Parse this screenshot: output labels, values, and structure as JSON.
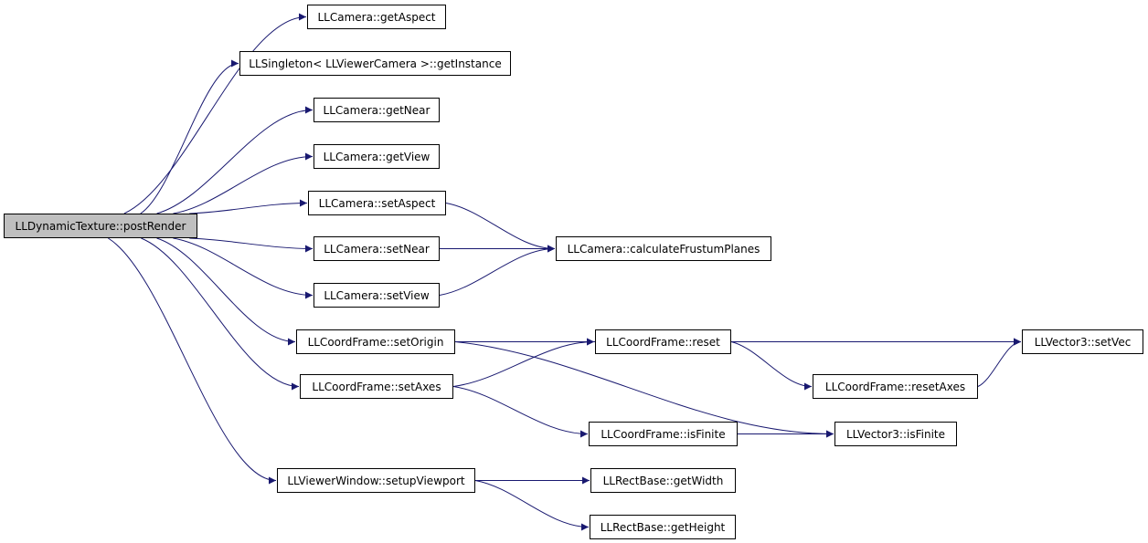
{
  "diagram": {
    "edge_color": "#191970",
    "root_fill": "#bfbfbf",
    "nodes": [
      {
        "id": "postRender",
        "label": "LLDynamicTexture::postRender",
        "root": true
      },
      {
        "id": "getAspect",
        "label": "LLCamera::getAspect"
      },
      {
        "id": "getInstance",
        "label": "LLSingleton< LLViewerCamera >::getInstance"
      },
      {
        "id": "getNear",
        "label": "LLCamera::getNear"
      },
      {
        "id": "getView",
        "label": "LLCamera::getView"
      },
      {
        "id": "setAspect",
        "label": "LLCamera::setAspect"
      },
      {
        "id": "setNear",
        "label": "LLCamera::setNear"
      },
      {
        "id": "setView",
        "label": "LLCamera::setView"
      },
      {
        "id": "calcFrustum",
        "label": "LLCamera::calculateFrustumPlanes"
      },
      {
        "id": "setOrigin",
        "label": "LLCoordFrame::setOrigin"
      },
      {
        "id": "setAxes",
        "label": "LLCoordFrame::setAxes"
      },
      {
        "id": "cfReset",
        "label": "LLCoordFrame::reset"
      },
      {
        "id": "cfResetAxes",
        "label": "LLCoordFrame::resetAxes"
      },
      {
        "id": "cfIsFinite",
        "label": "LLCoordFrame::isFinite"
      },
      {
        "id": "setVec",
        "label": "LLVector3::setVec"
      },
      {
        "id": "v3IsFinite",
        "label": "LLVector3::isFinite"
      },
      {
        "id": "setupViewport",
        "label": "LLViewerWindow::setupViewport"
      },
      {
        "id": "getWidth",
        "label": "LLRectBase::getWidth"
      },
      {
        "id": "getHeight",
        "label": "LLRectBase::getHeight"
      }
    ],
    "edges": [
      {
        "from": "postRender",
        "to": "getAspect"
      },
      {
        "from": "postRender",
        "to": "getInstance"
      },
      {
        "from": "postRender",
        "to": "getNear"
      },
      {
        "from": "postRender",
        "to": "getView"
      },
      {
        "from": "postRender",
        "to": "setAspect"
      },
      {
        "from": "postRender",
        "to": "setNear"
      },
      {
        "from": "postRender",
        "to": "setView"
      },
      {
        "from": "postRender",
        "to": "setOrigin"
      },
      {
        "from": "postRender",
        "to": "setAxes"
      },
      {
        "from": "postRender",
        "to": "setupViewport"
      },
      {
        "from": "setAspect",
        "to": "calcFrustum"
      },
      {
        "from": "setNear",
        "to": "calcFrustum"
      },
      {
        "from": "setView",
        "to": "calcFrustum"
      },
      {
        "from": "setOrigin",
        "to": "setVec"
      },
      {
        "from": "setOrigin",
        "to": "cfReset"
      },
      {
        "from": "setOrigin",
        "to": "v3IsFinite"
      },
      {
        "from": "setAxes",
        "to": "cfReset"
      },
      {
        "from": "setAxes",
        "to": "cfIsFinite"
      },
      {
        "from": "cfReset",
        "to": "setVec"
      },
      {
        "from": "cfReset",
        "to": "cfResetAxes"
      },
      {
        "from": "cfResetAxes",
        "to": "setVec"
      },
      {
        "from": "cfIsFinite",
        "to": "v3IsFinite"
      },
      {
        "from": "setupViewport",
        "to": "getWidth"
      },
      {
        "from": "setupViewport",
        "to": "getHeight"
      }
    ]
  }
}
